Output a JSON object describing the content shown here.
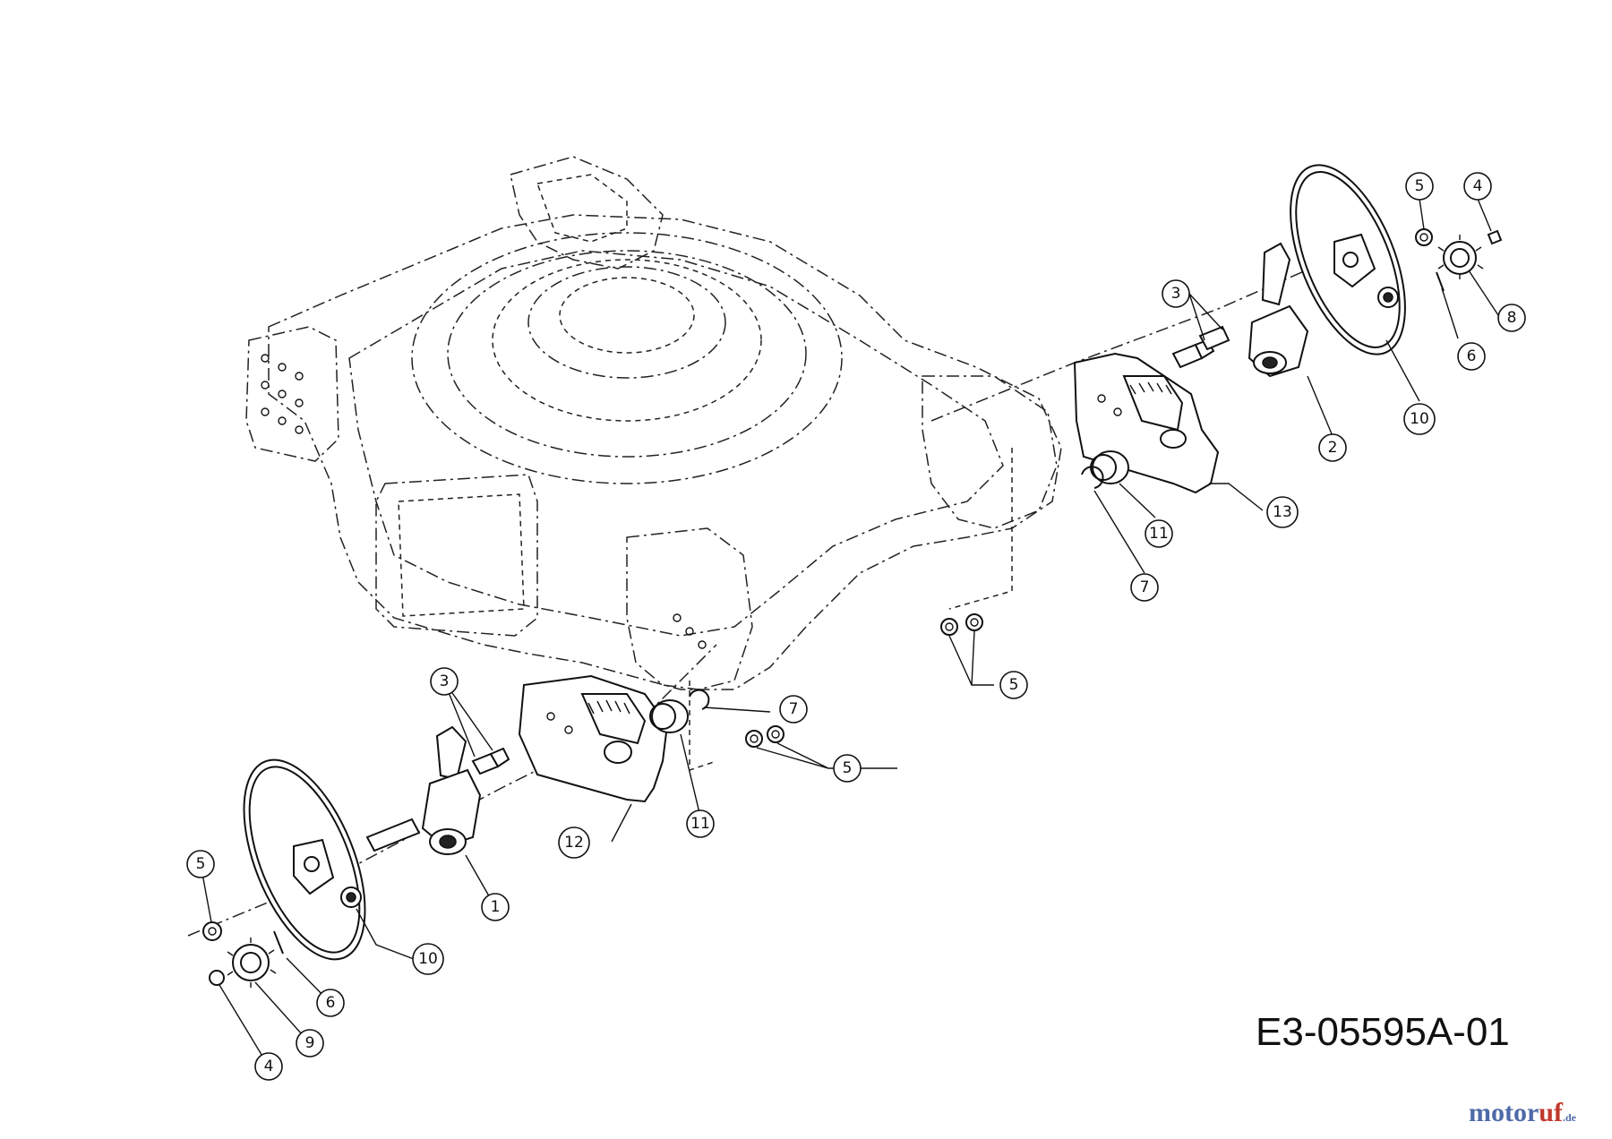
{
  "drawing_number": "E3-05595A-01",
  "watermark": {
    "brand_main": "motor",
    "brand_accent": "uf",
    "suffix": ".de"
  },
  "callouts": {
    "c1": "1",
    "c2": "2",
    "c3a": "3",
    "c3b": "3",
    "c4a": "4",
    "c4b": "4",
    "c5a": "5",
    "c5b": "5",
    "c5c": "5",
    "c5d": "5",
    "c6a": "6",
    "c6b": "6",
    "c7a": "7",
    "c7b": "7",
    "c8": "8",
    "c9": "9",
    "c10a": "10",
    "c10b": "10",
    "c11a": "11",
    "c11b": "11",
    "c12": "12",
    "c13": "13"
  }
}
